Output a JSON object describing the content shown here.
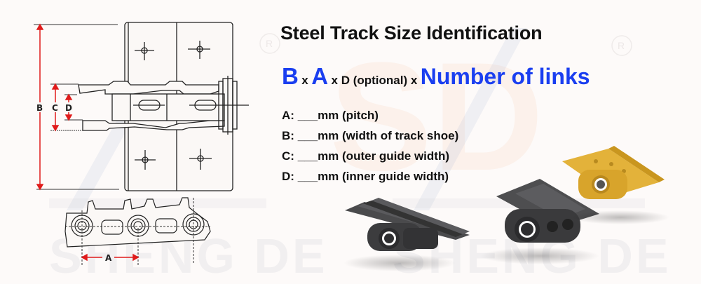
{
  "title": "Steel Track Size Identification",
  "formula": {
    "b": "B",
    "x1": "x",
    "a": "A",
    "x2": "x D (optional) x",
    "links": "Number of links"
  },
  "definitions": [
    {
      "letter": "A:",
      "blank": "___",
      "text": "mm (pitch)"
    },
    {
      "letter": "B:",
      "blank": "___",
      "text": "mm (width of track shoe)"
    },
    {
      "letter": "C:",
      "blank": "___",
      "text": "mm (outer guide width)"
    },
    {
      "letter": "D:",
      "blank": "___",
      "text": "mm (inner guide width)"
    }
  ],
  "diagram_labels": {
    "b": "B",
    "c": "C",
    "d": "D",
    "a": "A"
  },
  "watermark": {
    "logo": "SD",
    "name_left": "SHENG DE",
    "name_right": "SHENG DE",
    "registered": "®"
  },
  "colors": {
    "accent_blue": "#1a3ef0",
    "dimension_red": "#e01b1b",
    "track_gray": "#3c3c3e",
    "track_yellow": "#e3b23a"
  },
  "products": [
    {
      "name": "triple-grouser-track-link",
      "color": "gray"
    },
    {
      "name": "single-grouser-track-link",
      "color": "gray"
    },
    {
      "name": "flat-shoe-track-link",
      "color": "yellow"
    }
  ]
}
